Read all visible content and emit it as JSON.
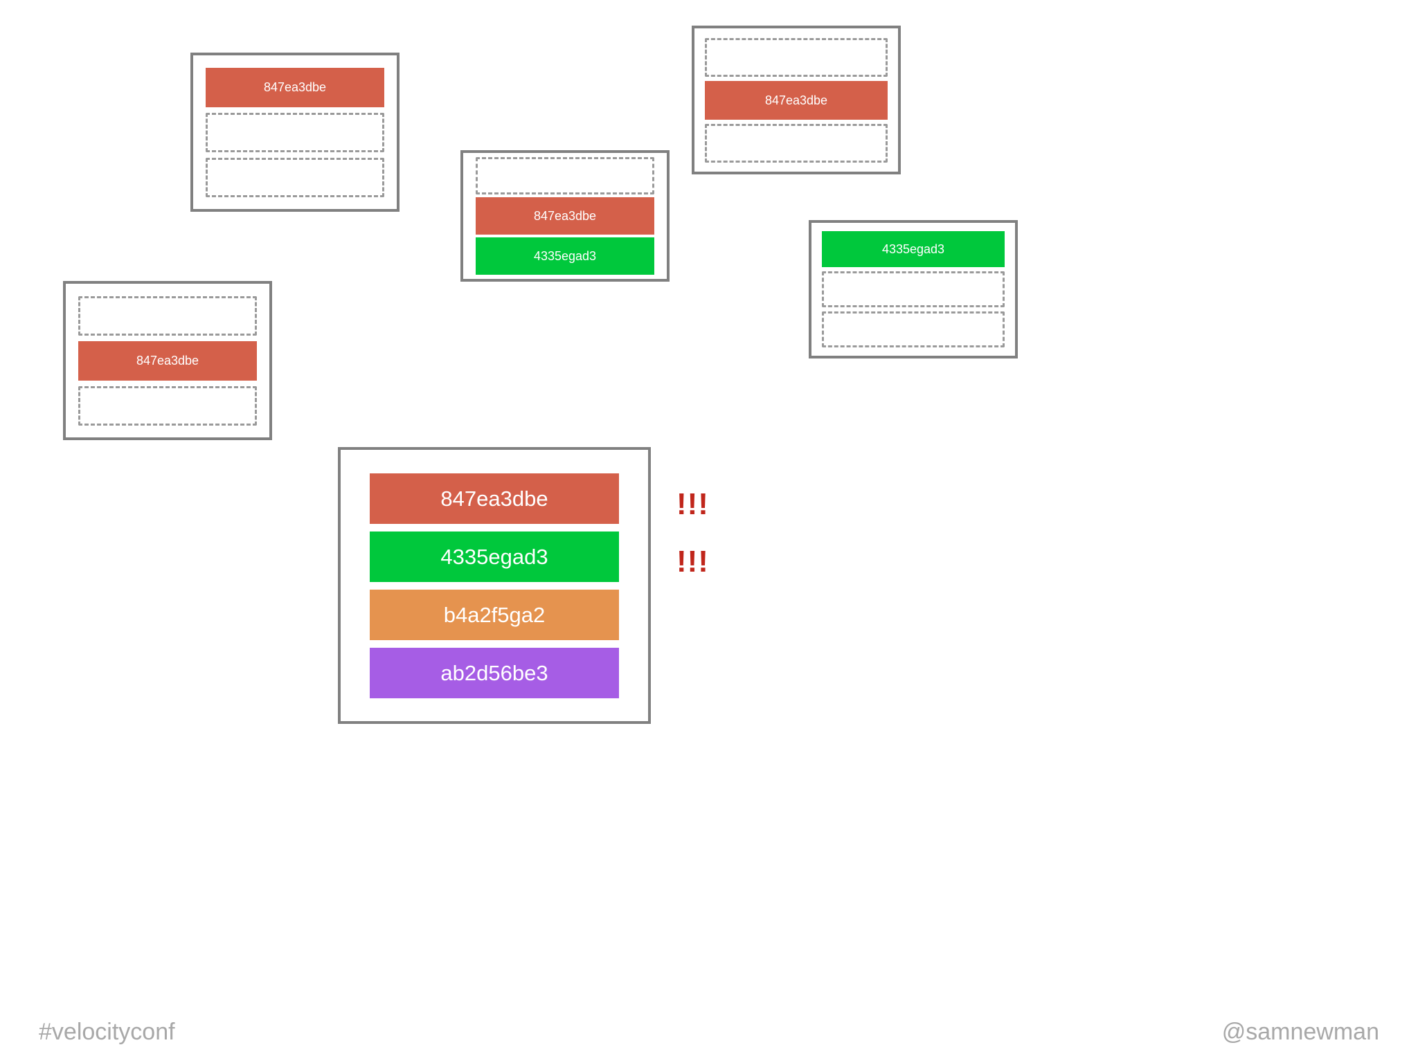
{
  "colors": {
    "instance_red": "#D4604A",
    "instance_green": "#00C83C",
    "instance_orange": "#E5934F",
    "instance_purple": "#A65DE5",
    "host_border": "#808080",
    "empty_slot_border": "#9a9a9a",
    "warning_red": "#C0261B",
    "footer_text": "#a8a8a8",
    "background": "#ffffff"
  },
  "instances": {
    "red": "847ea3dbe",
    "green": "4335egad3",
    "orange": "b4a2f5ga2",
    "purple": "ab2d56be3"
  },
  "hosts": [
    {
      "id": "host-top-left",
      "slots": [
        {
          "state": "filled",
          "label": "847ea3dbe",
          "color": "#D4604A"
        },
        {
          "state": "empty",
          "label": ""
        },
        {
          "state": "empty",
          "label": ""
        }
      ]
    },
    {
      "id": "host-mid-left",
      "slots": [
        {
          "state": "empty",
          "label": ""
        },
        {
          "state": "filled",
          "label": "847ea3dbe",
          "color": "#D4604A"
        },
        {
          "state": "empty",
          "label": ""
        }
      ]
    },
    {
      "id": "host-center",
      "slots": [
        {
          "state": "empty",
          "label": ""
        },
        {
          "state": "filled",
          "label": "847ea3dbe",
          "color": "#D4604A"
        },
        {
          "state": "filled",
          "label": "4335egad3",
          "color": "#00C83C"
        }
      ]
    },
    {
      "id": "host-top-right",
      "slots": [
        {
          "state": "empty",
          "label": ""
        },
        {
          "state": "filled",
          "label": "847ea3dbe",
          "color": "#D4604A"
        },
        {
          "state": "empty",
          "label": ""
        }
      ]
    },
    {
      "id": "host-mid-right",
      "slots": [
        {
          "state": "filled",
          "label": "4335egad3",
          "color": "#00C83C"
        },
        {
          "state": "empty",
          "label": ""
        },
        {
          "state": "empty",
          "label": ""
        }
      ]
    },
    {
      "id": "host-overloaded",
      "slots": [
        {
          "state": "filled",
          "label": "847ea3dbe",
          "color": "#D4604A"
        },
        {
          "state": "filled",
          "label": "4335egad3",
          "color": "#00C83C"
        },
        {
          "state": "filled",
          "label": "b4a2f5ga2",
          "color": "#E5934F"
        },
        {
          "state": "filled",
          "label": "ab2d56be3",
          "color": "#A65DE5"
        }
      ]
    }
  ],
  "warnings": [
    {
      "id": "warning-1",
      "label": "!!!"
    },
    {
      "id": "warning-2",
      "label": "!!!"
    }
  ],
  "footer": {
    "left": "#velocityconf",
    "right": "@samnewman"
  }
}
